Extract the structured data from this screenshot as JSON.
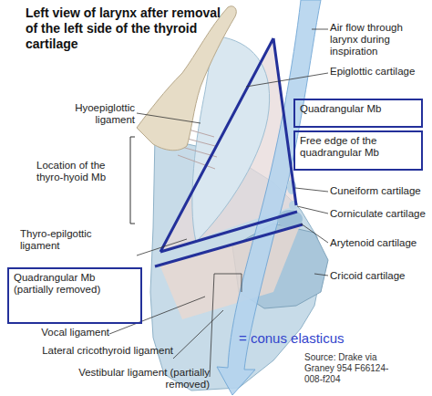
{
  "diagram": {
    "title": "Left view of larynx after removal of the left side of the thyroid cartilage",
    "caption": "Source: Drake via Graney 954 F66124-008-f204",
    "nodes": [
      {
        "text": [
          "Quadrangular Mb"
        ]
      },
      {
        "text": [
          "Free edge of the quadrangular Mb"
        ]
      },
      {
        "text": [
          "Quadrangular Mb (partially removed)"
        ]
      }
    ],
    "labels": [
      "Air flow through larynx during inspiration",
      "Epiglottic cartilage",
      "Cuneiform cartilage",
      "Corniculate cartilage",
      "Arytenoid cartilage",
      "Cricoid cartilage",
      "Hyoepiglottic ligament",
      "Location of the thyro-hyoid Mb",
      "Thyro-epilgottic ligament",
      "Vocal ligament",
      "Lateral cricothyroid ligament",
      "Vestibular ligament (partially removed)",
      "= conus elasticus"
    ]
  }
}
